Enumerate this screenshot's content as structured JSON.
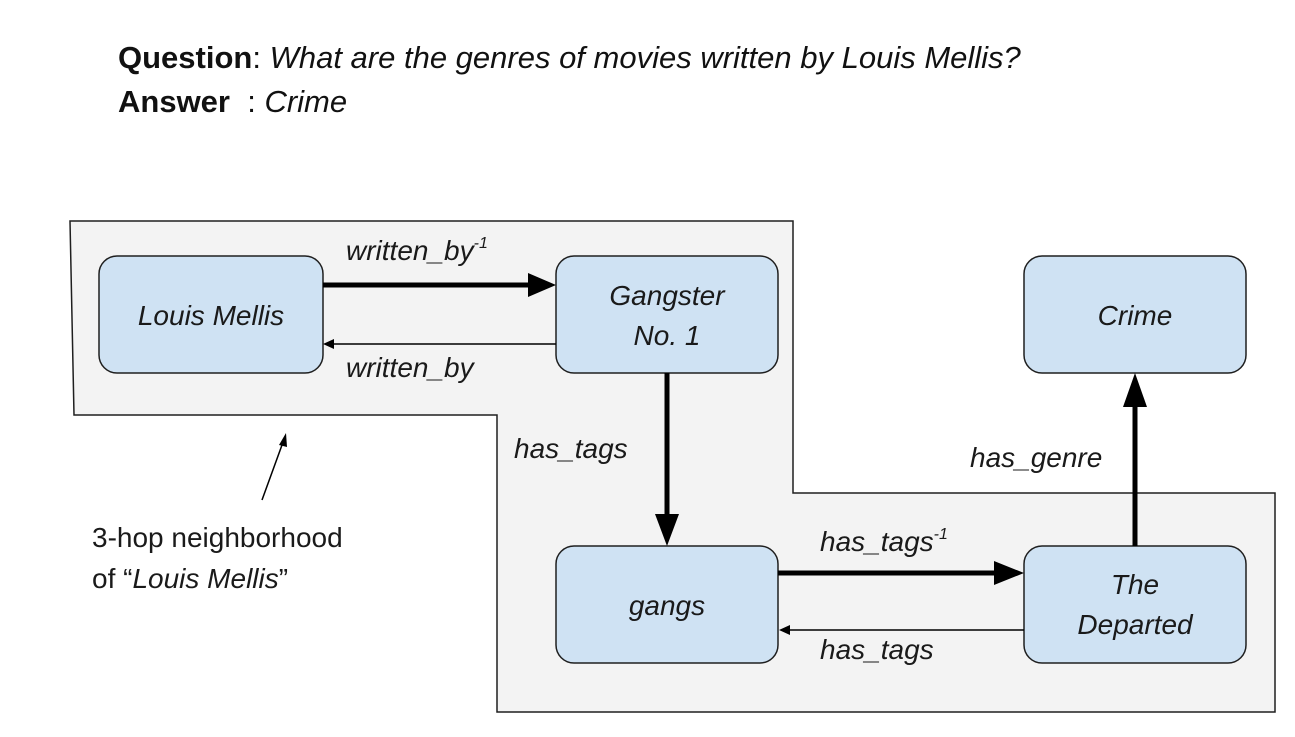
{
  "question": {
    "label": "Question",
    "separator": ": ",
    "text": "What are the genres of movies written by Louis Mellis?"
  },
  "answer": {
    "label": "Answer",
    "separator": "  : ",
    "text": "Crime"
  },
  "nodes": {
    "louis_mellis": "Louis Mellis",
    "gangster_line1": "Gangster",
    "gangster_line2": "No. 1",
    "crime": "Crime",
    "gangs": "gangs",
    "departed_line1": "The",
    "departed_line2": "Departed"
  },
  "edges": {
    "written_by_inv": "written_by",
    "written_by_inv_sup": "-1",
    "written_by": "written_by",
    "has_tags_down": "has_tags",
    "has_genre": "has_genre",
    "has_tags_inv": "has_tags",
    "has_tags_inv_sup": "-1",
    "has_tags_back": "has_tags"
  },
  "caption": {
    "line1": "3-hop neighborhood",
    "line2_prefix": "of “",
    "line2_name": "Louis Mellis",
    "line2_suffix": "”"
  },
  "colors": {
    "node_fill": "#cfe2f3",
    "node_stroke": "#1f1f1f",
    "region_fill": "#f3f3f3",
    "region_stroke": "#1f1f1f",
    "arrow": "#000000"
  }
}
